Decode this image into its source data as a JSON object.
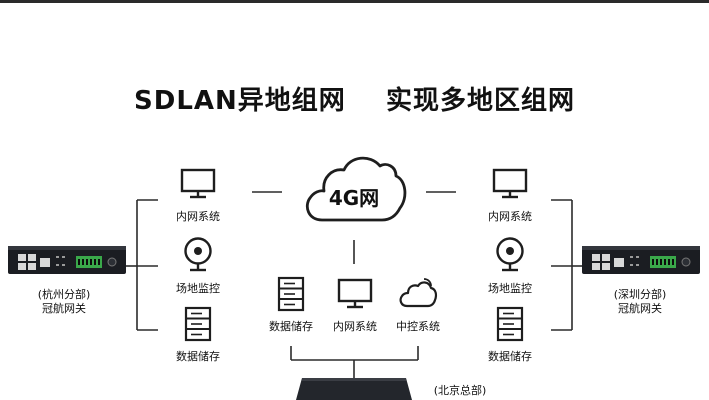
{
  "title": "SDLAN异地组网    实现多地区组网",
  "cloud_label": "4G网",
  "left": {
    "items": [
      "内网系统",
      "场地监控",
      "数据储存"
    ],
    "branch_line1": "(杭州分部)",
    "branch_line2": "冠航网关"
  },
  "right": {
    "items": [
      "内网系统",
      "场地监控",
      "数据储存"
    ],
    "branch_line1": "(深圳分部)",
    "branch_line2": "冠航网关"
  },
  "center": {
    "items": [
      "数据储存",
      "内网系统",
      "中控系统"
    ],
    "hq_label": "(北京总部)"
  },
  "colors": {
    "line": "#2b2b2b",
    "icon": "#1e1e1e",
    "device_body": "#1b1d22",
    "port_green": "#3aa84a"
  }
}
